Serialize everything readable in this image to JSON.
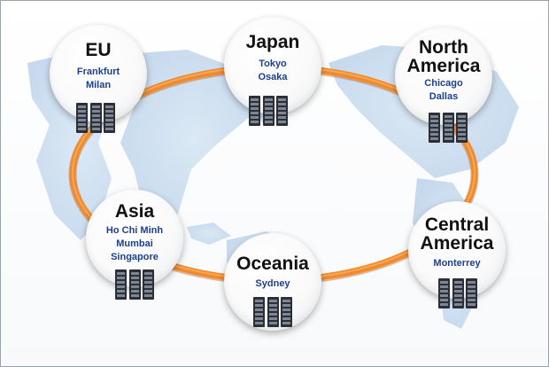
{
  "diagram": {
    "nodes": [
      {
        "id": "eu",
        "title_lines": [
          "EU"
        ],
        "cities": [
          "Frankfurt",
          "Milan"
        ]
      },
      {
        "id": "japan",
        "title_lines": [
          "Japan"
        ],
        "cities": [
          "Tokyo",
          "Osaka"
        ]
      },
      {
        "id": "north-america",
        "title_lines": [
          "North",
          "America"
        ],
        "cities": [
          "Chicago",
          "Dallas"
        ]
      },
      {
        "id": "asia",
        "title_lines": [
          "Asia"
        ],
        "cities": [
          "Ho Chi Minh",
          "Mumbai",
          "Singapore"
        ]
      },
      {
        "id": "oceania",
        "title_lines": [
          "Oceania"
        ],
        "cities": [
          "Sydney"
        ]
      },
      {
        "id": "central-america",
        "title_lines": [
          "Central",
          "America"
        ],
        "cities": [
          "Monterrey"
        ]
      }
    ],
    "colors": {
      "ring": "#f08a2c",
      "map": "#c9dcef",
      "city_text": "#1d3f8f"
    },
    "icons": {
      "server": "server-rack-icon"
    }
  }
}
